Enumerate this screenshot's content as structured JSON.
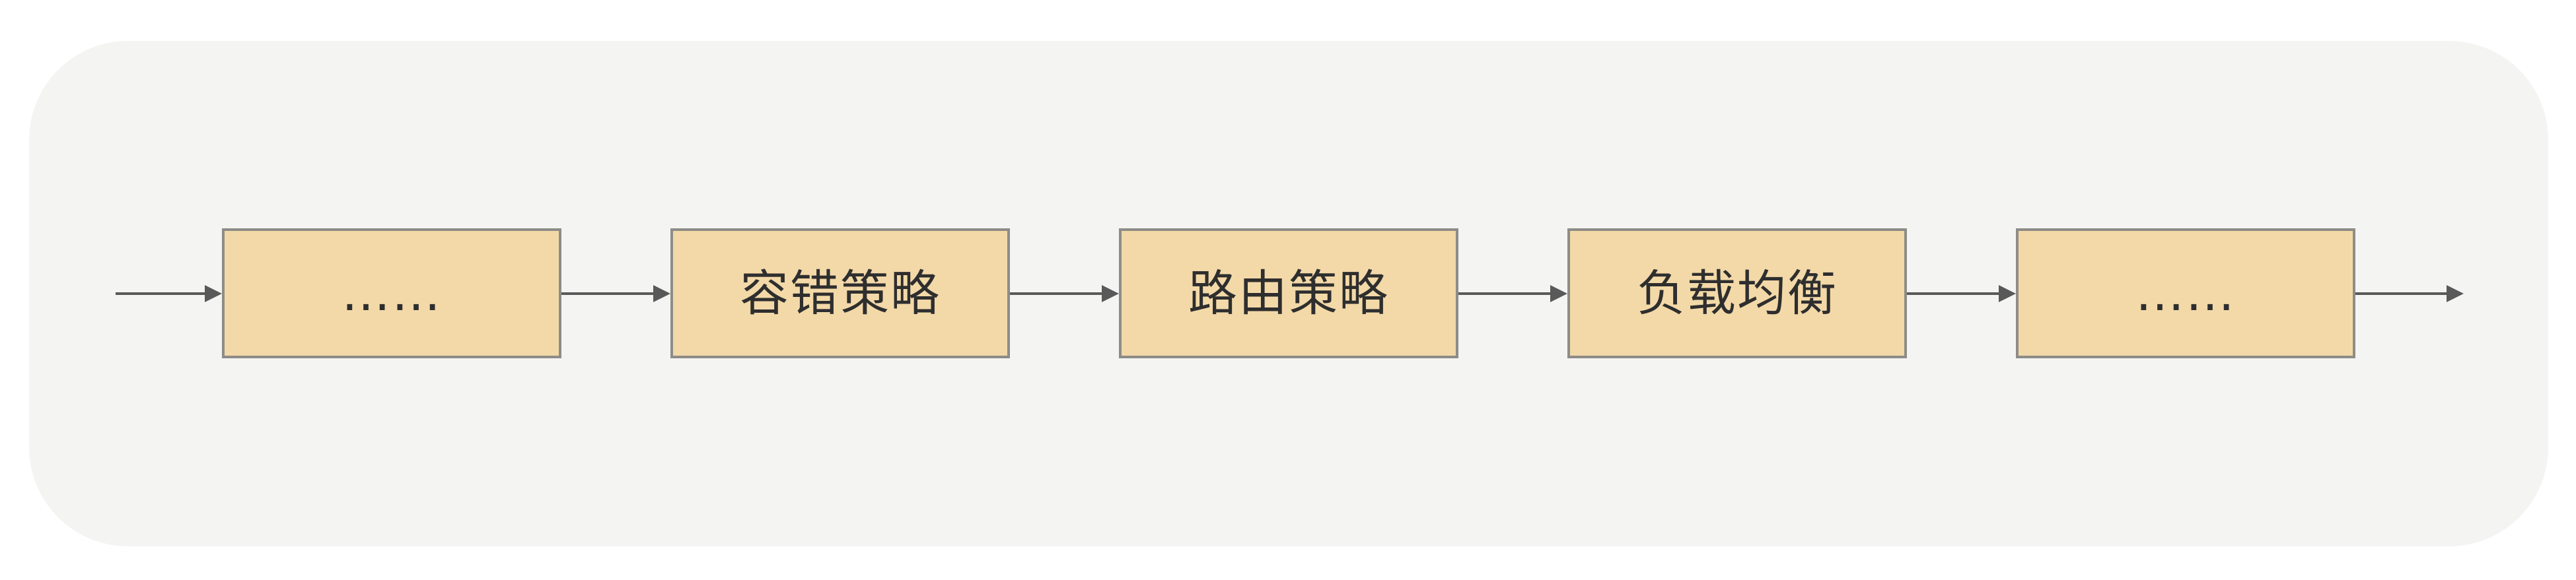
{
  "diagram": {
    "type": "pipeline",
    "direction": "left-to-right",
    "nodes": [
      {
        "id": "n1",
        "label": "……"
      },
      {
        "id": "n2",
        "label": "容错策略"
      },
      {
        "id": "n3",
        "label": "路由策略"
      },
      {
        "id": "n4",
        "label": "负载均衡"
      },
      {
        "id": "n5",
        "label": "……"
      }
    ],
    "edges": [
      {
        "from": "start",
        "to": "n1"
      },
      {
        "from": "n1",
        "to": "n2"
      },
      {
        "from": "n2",
        "to": "n3"
      },
      {
        "from": "n3",
        "to": "n4"
      },
      {
        "from": "n4",
        "to": "n5"
      },
      {
        "from": "n5",
        "to": "end"
      }
    ]
  },
  "colors": {
    "panel_background": "#f4f4f3",
    "node_fill": "#f3d9a8",
    "node_border": "#8e8c87",
    "arrow": "#595959",
    "text": "#2e2e2e"
  }
}
